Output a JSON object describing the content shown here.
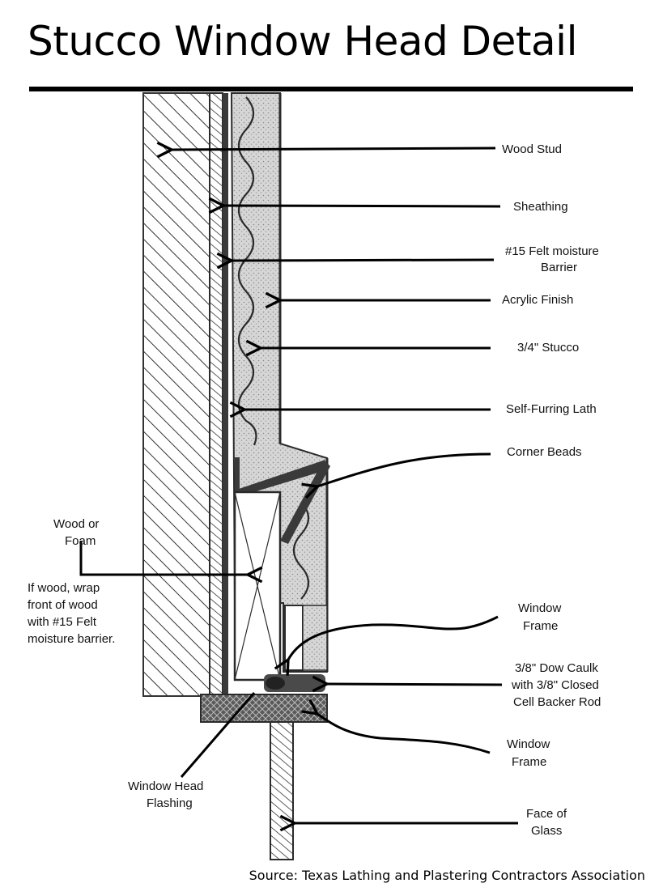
{
  "title": "Stucco Window Head Detail",
  "source": "Source: Texas Lathing and Plastering Contractors Association",
  "labels": {
    "wood_stud": "Wood Stud",
    "sheathing": "Sheathing",
    "felt_1": "#15 Felt moisture",
    "felt_2": "Barrier",
    "acrylic": "Acrylic Finish",
    "stucco": "3/4\" Stucco",
    "lath": "Self-Furring Lath",
    "corner": "Corner Beads",
    "wood_foam_1": "Wood or",
    "wood_foam_2": "Foam",
    "note_1": "If wood, wrap",
    "note_2": "front of wood",
    "note_3": "with #15 Felt",
    "note_4": "moisture barrier.",
    "window_frame_a_1": "Window",
    "window_frame_a_2": "Frame",
    "caulk_1": "3/8\" Dow Caulk",
    "caulk_2": "with 3/8\" Closed",
    "caulk_3": "Cell Backer Rod",
    "window_frame_b_1": "Window",
    "window_frame_b_2": "Frame",
    "flashing_1": "Window Head",
    "flashing_2": "Flashing",
    "glass_1": "Face of",
    "glass_2": "Glass"
  },
  "colors": {
    "ink": "#2b2b2b",
    "stipple": "#cfcfcf",
    "line": "#000000"
  }
}
